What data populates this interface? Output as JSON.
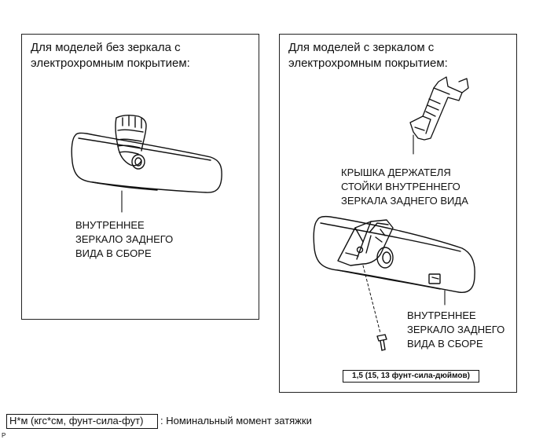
{
  "panels": {
    "left": {
      "title": "Для моделей  без зеркала с\nэлектрохромным покрытием:",
      "labels": {
        "mirror": "ВНУТРЕННЕЕ\nЗЕРКАЛО ЗАДНЕГО\nВИДА В СБОРЕ"
      }
    },
    "right": {
      "title": "Для моделей с зеркалом с\nэлектрохромным покрытием:",
      "labels": {
        "holder_cover": "КРЫШКА ДЕРЖАТЕЛЯ\nСТОЙКИ ВНУТРЕННЕГО\nЗЕРКАЛА ЗАДНЕГО ВИДА",
        "mirror": "ВНУТРЕННЕЕ\nЗЕРКАЛО ЗАДНЕГО\nВИДА В СБОРЕ"
      },
      "torque_spec": "1,5 (15, 13 фунт-сила-дюймов)"
    }
  },
  "legend": {
    "box_text": "Н*м (кгс*см, фунт-сила-фут)",
    "description": ": Номинальный момент затяжки"
  },
  "footer_mark": "P"
}
